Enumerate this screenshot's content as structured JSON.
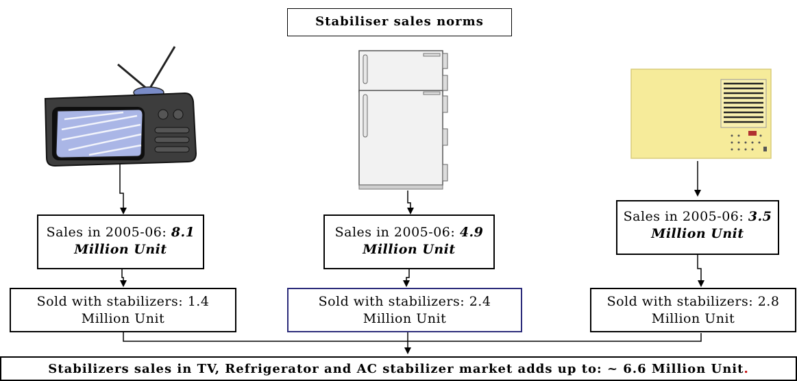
{
  "title": "Stabiliser sales norms",
  "devices": [
    {
      "name": "TV",
      "icon": "television-icon",
      "sales_prefix": "Sales in 2005-06: ",
      "sales_value": "8.1",
      "sales_unit": "Million Unit",
      "sold_line1": "Sold with stabilizers: 1.4",
      "sold_line2": "Million Unit"
    },
    {
      "name": "Refrigerator",
      "icon": "refrigerator-icon",
      "sales_prefix": "Sales in 2005-06: ",
      "sales_value": "4.9",
      "sales_unit": "Million Unit",
      "sold_line1": "Sold with stabilizers: 2.4",
      "sold_line2": "Million Unit"
    },
    {
      "name": "AC",
      "icon": "air-conditioner-icon",
      "sales_prefix": "Sales in 2005-06: ",
      "sales_value": "3.5",
      "sales_unit": "Million Unit",
      "sold_line1": "Sold with stabilizers: 2.8",
      "sold_line2": "Million Unit"
    }
  ],
  "total": {
    "text": "Stabilizers sales in TV, Refrigerator and AC stabilizer market adds up to: ~ 6.6 Million Unit",
    "end_mark": "."
  },
  "colors": {
    "accent_border": "#2b2b7a",
    "end_mark": "#c00000",
    "ac_body": "#f6eb9a"
  }
}
